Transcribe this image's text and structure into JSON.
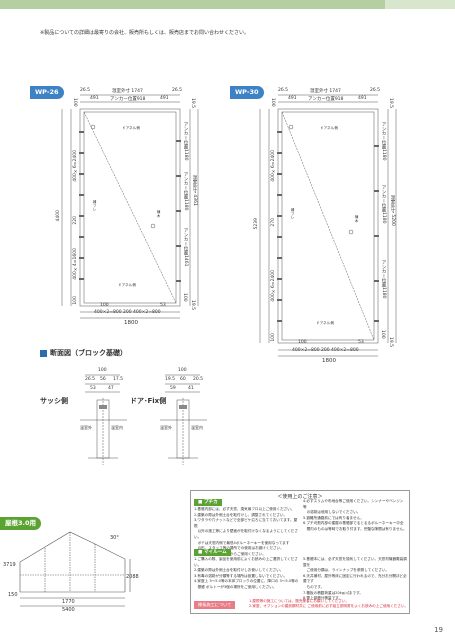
{
  "top_note": "※製品についての詳細は最寄りの会社、販売所もしくは、販売店までお問い合わせください。",
  "wp26": {
    "badge": "WP-26",
    "dims": {
      "d26_5a": "26.5",
      "outer_width": "温室外寸 1747",
      "d26_5b": "26.5",
      "d491a": "491",
      "anchor_top": "アンカー位置918",
      "d491b": "491",
      "d100": "100",
      "d19_5": "19.5",
      "d_left_upper": "400×6=2400",
      "d220": "220",
      "d4400": "4400",
      "d_left_lower": "400×4=1600",
      "d100b": "100",
      "right_1": "アンカー位置1180",
      "right_2": "アンカー位置1180",
      "right_3": "アンカー位置1461",
      "outer_length": "温室外寸 4361",
      "d100c": "100",
      "bottom_100": "100",
      "bottom_53": "53",
      "bottom_series": "400×2=800  200  400×2=800",
      "bottom_total": "1800",
      "d19_5b": "19.5"
    },
    "labels": {
      "door_top": "ドアネル側",
      "door_bottom": "ドアネル側",
      "beam": "補フレ",
      "brace": "棟木"
    }
  },
  "wp30": {
    "badge": "WP-30",
    "dims": {
      "d26_5a": "26.5",
      "outer_width": "温室外寸 1747",
      "d26_5b": "26.5",
      "d491a": "491",
      "anchor_top": "アンカー位置918",
      "d491b": "491",
      "d100": "100",
      "d19_5": "19.5",
      "d_left_upper": "400×6=2400",
      "d270": "270",
      "d5239": "5239",
      "d_left_lower": "400×6=2400",
      "d100b": "100",
      "right_1": "アンカー位置1180",
      "right_2": "アンカー位置1180",
      "right_3": "アンカー位置1180",
      "outer_length": "温室外寸 5200",
      "d100c": "100",
      "bottom_100": "100",
      "bottom_53": "53",
      "bottom_series": "400×2=800  200  400×2=800",
      "bottom_total": "1800",
      "d19_5b": "19.5"
    },
    "labels": {
      "door_top": "ドアネル側",
      "door_bottom": "ドアネル側",
      "beam": "補フレ",
      "brace": "棟木"
    }
  },
  "section_title": "断面図（ブロック基礎）",
  "sash_side": {
    "label": "サッシ側",
    "dims": {
      "top": "100",
      "d26_5": "26.5",
      "d56": "56",
      "d17_5": "17.5",
      "d53": "53",
      "d47": "47"
    },
    "outside": "温室外",
    "inside": "温室内"
  },
  "door_side": {
    "label": "ドア･Fix側",
    "dims": {
      "top": "100",
      "d19_5": "19.5",
      "d60": "60",
      "d20_5": "20.5",
      "d59": "59",
      "d41": "41"
    },
    "outside": "温室外",
    "inside": "温室内"
  },
  "roof_badge": "屋根3.0用",
  "roof_drawing": {
    "angle": "30°",
    "height_left": "3719",
    "height_right": "2088",
    "bottom_left": "150",
    "bottom_mid": "1770",
    "bottom_total": "5400"
  },
  "notes": {
    "title": "＜使用上のご注意＞",
    "sec1_title": "■ プチカ",
    "sec1_left": [
      "1.基礎内部には、必ず天窓、換気扇フロ以上ご使用ください。",
      "2.建築の際は外側土台を取付けし、調整されてください。",
      "3.ワタラや穴ナットなどで全部ピケ沿ろに当てておいてます。屋根",
      "　以外の施工等により壁面がを取付けなくなるようにしてください。",
      "　ボテは天窓内側で最低4ボルーネーキーを使用なってます",
      "　の形、スタッフ等の場所での使用はお避けください。",
      "　万一、破損物は当社からご使用ください。"
    ],
    "sec1_right": [
      "4.必ずスリムや布地台等ご使用ください。シンナーやベンジン等",
      "　の溶剤は使用しないでください。",
      "5.避難所通路前にでは有り者ません。",
      "6.ブチ刈割内部の建屋の基礎部でるとるるボルーネーキー中全",
      "　間内のものは等時でお取り付ます。完璧な隙間は有りません。"
    ],
    "sec2_title": "■ マイルーム",
    "sec2_left": [
      "1.ご購入の際、製品を使用前によくお読みの上ご選択してください。",
      "2.建築の際は外側土台を取付けしお使いしてください。",
      "3.有毒の溶剤が分類等する場所は設置しないでください。",
      "4.家庭上 3～5.0等の本体ブロックの位置に、降口の 3～5.0等の",
      "　基礎 ボルトーが3個の場所をご使用しください。"
    ],
    "sec2_right": [
      "5.基礎本には、必ず天窓を換気してください。天窓材機器電装調整を",
      "　ご使用分願は、ラインナップを参照してください。",
      "6.天井補材、屋外等床に固定に行われるので、充分お分開ほど必要です",
      "　ものです。",
      "7.棚板の積載荷重は20kg/㎡まです。",
      "8.雪上部積分積量です。"
    ],
    "footer_label": "棚板施工について",
    "footer_text": [
      "1.屋根等の施工については、販売業者にお願いしてください。",
      "2.家庭、オプションの建設鋼材共に ご使用前に必ず組立説明書をよくお読みの上ご使用ください。"
    ]
  },
  "page_number": "19"
}
